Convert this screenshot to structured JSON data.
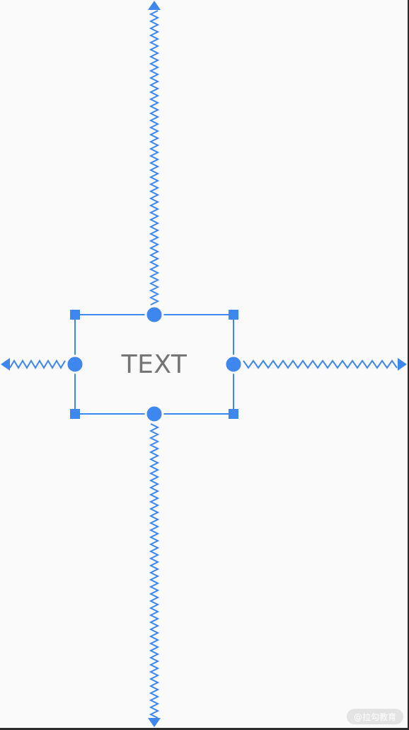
{
  "editor": {
    "widget": {
      "text": "TEXT"
    },
    "constraint_color": "#3d87ef",
    "constraints": [
      "top",
      "bottom",
      "start",
      "end"
    ]
  },
  "watermark": {
    "text": "@拉勾教育"
  }
}
